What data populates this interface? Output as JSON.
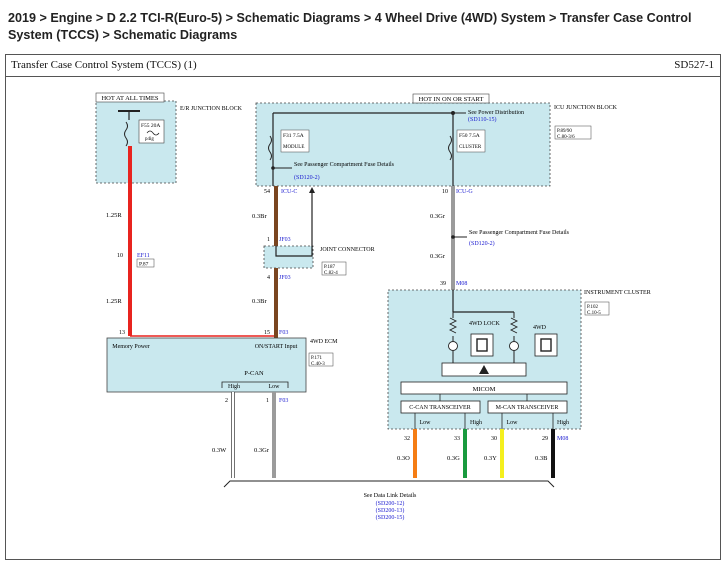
{
  "breadcrumb": "2019 > Engine > D 2.2 TCI-R(Euro-5) > Schematic Diagrams > 4 Wheel Drive (4WD) System > Transfer Case Control System (TCCS) > Schematic Diagrams",
  "sheet": {
    "title": "Transfer Case Control System (TCCS) (1)",
    "code": "SD527-1"
  },
  "junction_left": {
    "hot_label": "HOT AT ALL TIMES",
    "fuse": "F55 20A",
    "fuse_sub": "p4ig",
    "block_name": "E/R JUNCTION BLOCK"
  },
  "junction_right": {
    "hot_label": "HOT IN ON OR START",
    "dist_note": "See Power Distribution",
    "dist_ref": "(SD110-15)",
    "block_name": "ICU JUNCTION BLOCK",
    "page_ref": "P.89/90",
    "coord_ref": "C.80-3/6",
    "fuse1": "F31 7.5A",
    "fuse1_sub": "MODULE",
    "fuse2": "F50 7.5A",
    "fuse2_sub": "CLUSTER",
    "pass_note": "See Passenger Compartment Fuse Details",
    "pass_ref": "(SD120-2)"
  },
  "wires": {
    "w_left_top": "1.25R",
    "w_left_bot": "1.25R",
    "w_mid_top": "0.3Br",
    "w_mid_bot": "0.3Br",
    "w_right_a": "0.3Gr",
    "w_right_b": "0.3Gr",
    "w_can_high": "0.3W",
    "w_can_low": "0.3Gr",
    "w_o": "0.3O",
    "w_g": "0.3G",
    "w_y": "0.3Y",
    "w_b": "0.3B"
  },
  "pins": {
    "p10": "10",
    "p13": "13",
    "p54": "54",
    "p1": "1",
    "p4": "4",
    "p15": "15",
    "p10b": "10",
    "p39": "39",
    "p2": "2",
    "p1b": "1",
    "p32": "32",
    "p33": "33",
    "p30": "30",
    "p29": "29"
  },
  "connectors": {
    "ef11": "EF11",
    "ef11_page": "P.87",
    "icuc": "ICU-C",
    "icug": "ICU-G",
    "jf03a": "JF03",
    "jf03b": "JF03",
    "f03": "F03",
    "f03b": "F03",
    "m08a": "M08",
    "m08b": "M08"
  },
  "joint": {
    "name": "JOINT CONNECTOR",
    "page": "P.187",
    "coord": "C.82-4"
  },
  "ecm": {
    "name": "4WD ECM",
    "page": "P.171",
    "coord": "C.40-3",
    "memory": "Memory Power",
    "onstart": "ON/START Input",
    "pcan": "P-CAN",
    "high": "High",
    "low": "Low"
  },
  "cluster": {
    "name": "INSTRUMENT CLUSTER",
    "page": "P.102",
    "coord": "C.10-5",
    "lock": "4WD LOCK",
    "fwd": "4WD",
    "micom": "MICOM",
    "ccan": "C-CAN TRANSCEIVER",
    "mcan": "M-CAN TRANSCEIVER",
    "low1": "Low",
    "high1": "High",
    "low2": "Low",
    "high2": "High"
  },
  "pass_note2": "See Passenger Compartment Fuse Details",
  "pass_ref2": "(SD120-2)",
  "data_link": {
    "note": "See Data Link Details",
    "ref1": "(SD200-12)",
    "ref2": "(SD200-13)",
    "ref3": "(SD200-15)"
  },
  "colors": {
    "red": "#e8241f",
    "brown": "#7a4520",
    "gray": "#9b9b9b",
    "white": "#ffffff",
    "orange": "#f57d14",
    "green": "#199a3e",
    "yellow": "#f4ef1e",
    "black": "#111111",
    "fill": "#c9e8ee",
    "ref_blue": "#1a1ad0"
  }
}
